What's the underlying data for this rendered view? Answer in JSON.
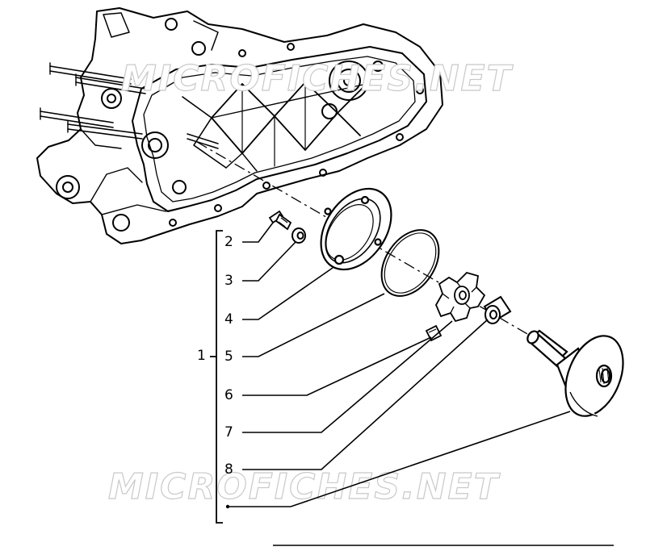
{
  "diagram": {
    "group_label": "1",
    "parts": [
      {
        "ref": "2",
        "name": "screw"
      },
      {
        "ref": "3",
        "name": "washer"
      },
      {
        "ref": "4",
        "name": "drive-pulley-cover"
      },
      {
        "ref": "5",
        "name": "o-ring"
      },
      {
        "ref": "6",
        "name": "slider"
      },
      {
        "ref": "7",
        "name": "roller-ramp-plate"
      },
      {
        "ref": "8",
        "name": "bushing"
      },
      {
        "ref": "",
        "name": "movable-half-pulley"
      }
    ]
  },
  "watermarks": {
    "top": "MICROFICHES.NET",
    "bottom": "MICROFICHES.NET"
  }
}
